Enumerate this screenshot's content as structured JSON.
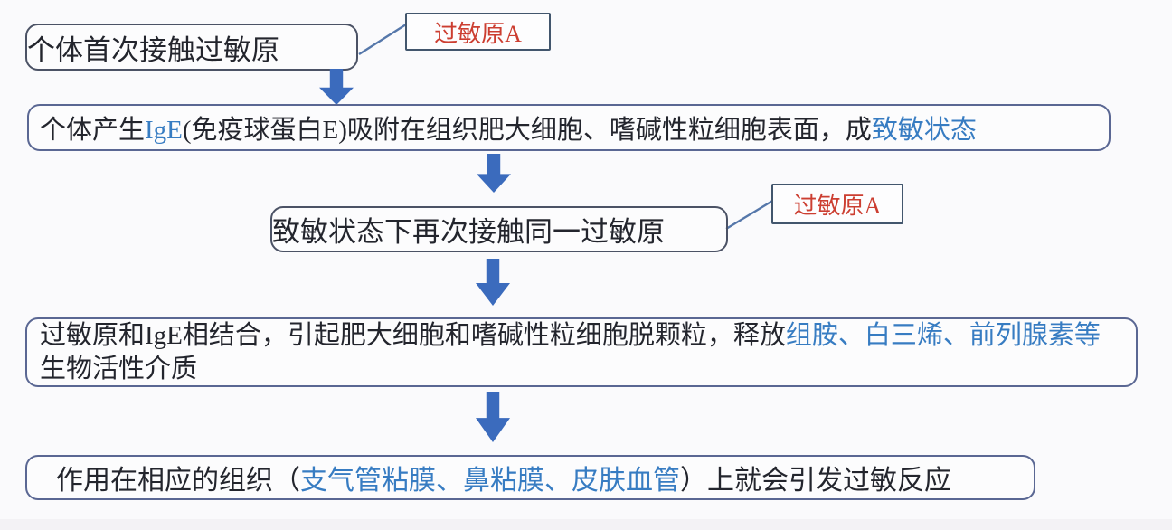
{
  "colors": {
    "bg": "#fafafc",
    "ink": "#23252d",
    "blue": "#377cc2",
    "red": "#cc3e31",
    "arrow": "#3b6bbd",
    "node_border": "#5a6793",
    "node_border_dark": "#4b5265",
    "tag_border": "#42566d",
    "line": "#5577aa"
  },
  "nodes": {
    "first_contact": {
      "segments": [
        {
          "t": "个体首次接触过敏原",
          "c": "ink"
        }
      ]
    },
    "ige_sensitization": {
      "segments": [
        {
          "t": "个体产生",
          "c": "ink"
        },
        {
          "t": "IgE",
          "c": "blue"
        },
        {
          "t": "(免疫球蛋白E)吸附在组织肥大细胞、嗜碱性粒细胞表面，成",
          "c": "ink"
        },
        {
          "t": "致敏状态",
          "c": "blue"
        }
      ]
    },
    "second_contact": {
      "segments": [
        {
          "t": "致敏状态下再次接触同一过敏原",
          "c": "ink"
        }
      ]
    },
    "degranulation": {
      "segments": [
        {
          "t": "过敏原和IgE相结合，引起肥大细胞和嗜碱性粒细胞脱颗粒，释放",
          "c": "ink"
        },
        {
          "t": "组胺、白三烯、前列腺素等",
          "c": "blue"
        },
        {
          "t": "生物活性介质",
          "c": "ink"
        }
      ]
    },
    "allergic_reaction": {
      "segments": [
        {
          "t": "作用在相应的组织（",
          "c": "ink"
        },
        {
          "t": "支气管粘膜、鼻粘膜、皮肤血管",
          "c": "blue"
        },
        {
          "t": "）上就会引发过敏反应",
          "c": "ink"
        }
      ]
    }
  },
  "labels": {
    "allergen_a_first": "过敏原A",
    "allergen_a_second": "过敏原A"
  }
}
